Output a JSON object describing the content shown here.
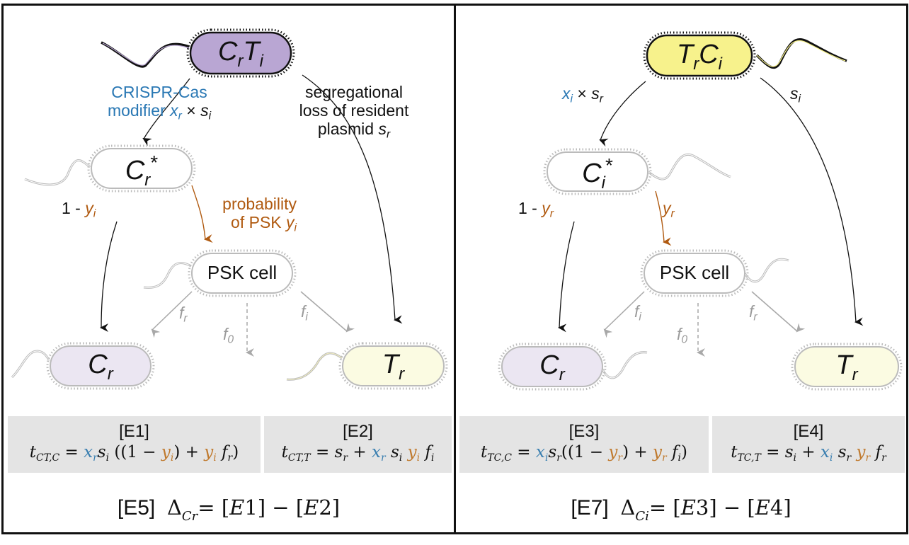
{
  "colors": {
    "blue_text": "#2a78b4",
    "orange_text": "#b05a10",
    "grey_text": "#9a9a9a",
    "purple_cell": "#b9a6d3",
    "yellow_cell": "#f7f28c",
    "pale_purple_cell": "#ebe6f2",
    "pale_yellow_cell": "#fbfbe2",
    "formula_box": "#e4e4e4"
  },
  "left_panel": {
    "top_cell": {
      "main": "C",
      "sub1": "r",
      "main2": "T",
      "sub2": "i",
      "icon": "bacterium-purple"
    },
    "crispr_label": {
      "line1": "CRISPR-Cas",
      "line2_prefix": "modifier ",
      "x": "x",
      "x_sub": "r",
      "times": " × ",
      "s": "s",
      "s_sub": "i"
    },
    "segregational_label": {
      "line1": "segregational",
      "line2": "loss of resident",
      "line3_prefix": "plasmid ",
      "s": "s",
      "s_sub": "r"
    },
    "mid_cell": {
      "main": "C",
      "sub": "r",
      "sup": "*",
      "icon": "bacterium-outline"
    },
    "one_minus_label": {
      "prefix": "1 - ",
      "y": "y",
      "y_sub": "i"
    },
    "psk_prob_label": {
      "line1": "probability",
      "line2_prefix": "of PSK ",
      "y": "y",
      "y_sub": "i"
    },
    "psk_cell": {
      "label": "PSK cell",
      "icon": "bacterium-outline"
    },
    "f_left": {
      "f": "f",
      "sub": "r"
    },
    "f_zero": {
      "f": "f",
      "sub": "0"
    },
    "f_right": {
      "f": "f",
      "sub": "i"
    },
    "bottom_left_cell": {
      "main": "C",
      "sub": "r"
    },
    "bottom_right_cell": {
      "main": "T",
      "sub": "r"
    },
    "eq1": {
      "id": "[E1]",
      "t": "t",
      "t_sub": "CT,C",
      "eq": " = ",
      "x": "x",
      "x_sub": "r",
      "s": "s",
      "s_sub": "i",
      "open": " ((1 − ",
      "y1": "y",
      "y1_sub": "i",
      "mid": ") + ",
      "y2": "y",
      "y2_sub": "i",
      "f": " f",
      "f_sub": "r",
      "close": ")"
    },
    "eq2": {
      "id": "[E2]",
      "t": "t",
      "t_sub": "CT,T",
      "eq": " = ",
      "s1": "s",
      "s1_sub": "r",
      "plus": " + ",
      "x": "x",
      "x_sub": "r",
      "s2": " s",
      "s2_sub": "i",
      "y": " y",
      "y_sub": "i",
      "f": " f",
      "f_sub": "i"
    },
    "delta": {
      "id": "[E5]",
      "delta": "Δ",
      "delta_sub": "Cr",
      "rhs_prefix": "= [",
      "e_a": "E",
      "n_a": "1",
      "rhs_mid": "] − [",
      "e_b": "E",
      "n_b": "2",
      "rhs_suffix": "]"
    }
  },
  "right_panel": {
    "top_cell": {
      "main": "T",
      "sub1": "r",
      "main2": "C",
      "sub2": "i",
      "icon": "bacterium-yellow"
    },
    "x_label": {
      "x": "x",
      "x_sub": "i",
      "times": " × ",
      "s": "s",
      "s_sub": "r"
    },
    "s_label": {
      "s": "s",
      "s_sub": "i"
    },
    "mid_cell": {
      "main": "C",
      "sub": "i",
      "sup": "*",
      "icon": "bacterium-outline"
    },
    "one_minus_label": {
      "prefix": "1 - ",
      "y": "y",
      "y_sub": "r"
    },
    "psk_prob_label": {
      "y": "y",
      "y_sub": "r"
    },
    "psk_cell": {
      "label": "PSK cell",
      "icon": "bacterium-outline"
    },
    "f_left": {
      "f": "f",
      "sub": "i"
    },
    "f_zero": {
      "f": "f",
      "sub": "0"
    },
    "f_right": {
      "f": "f",
      "sub": "r"
    },
    "bottom_left_cell": {
      "main": "C",
      "sub": "r"
    },
    "bottom_right_cell": {
      "main": "T",
      "sub": "r"
    },
    "eq3": {
      "id": "[E3]",
      "t": "t",
      "t_sub": "TC,C",
      "eq": " = ",
      "x": "x",
      "x_sub": "i",
      "s": "s",
      "s_sub": "r",
      "open": "((1 − ",
      "y1": "y",
      "y1_sub": "r",
      "mid": ") + ",
      "y2": "y",
      "y2_sub": "r",
      "f": " f",
      "f_sub": "i",
      "close": ")"
    },
    "eq4": {
      "id": "[E4]",
      "t": "t",
      "t_sub": "TC,T",
      "eq": " = ",
      "s1": "s",
      "s1_sub": "i",
      "plus": " + ",
      "x": "x",
      "x_sub": "i",
      "s2": " s",
      "s2_sub": "r",
      "y": " y",
      "y_sub": "r",
      "f": " f",
      "f_sub": "r"
    },
    "delta": {
      "id": "[E7]",
      "delta": "Δ",
      "delta_sub": "Ci",
      "rhs_prefix": "= [",
      "e_a": "E",
      "n_a": "3",
      "rhs_mid": "] − [",
      "e_b": "E",
      "n_b": "4",
      "rhs_suffix": "]"
    }
  }
}
